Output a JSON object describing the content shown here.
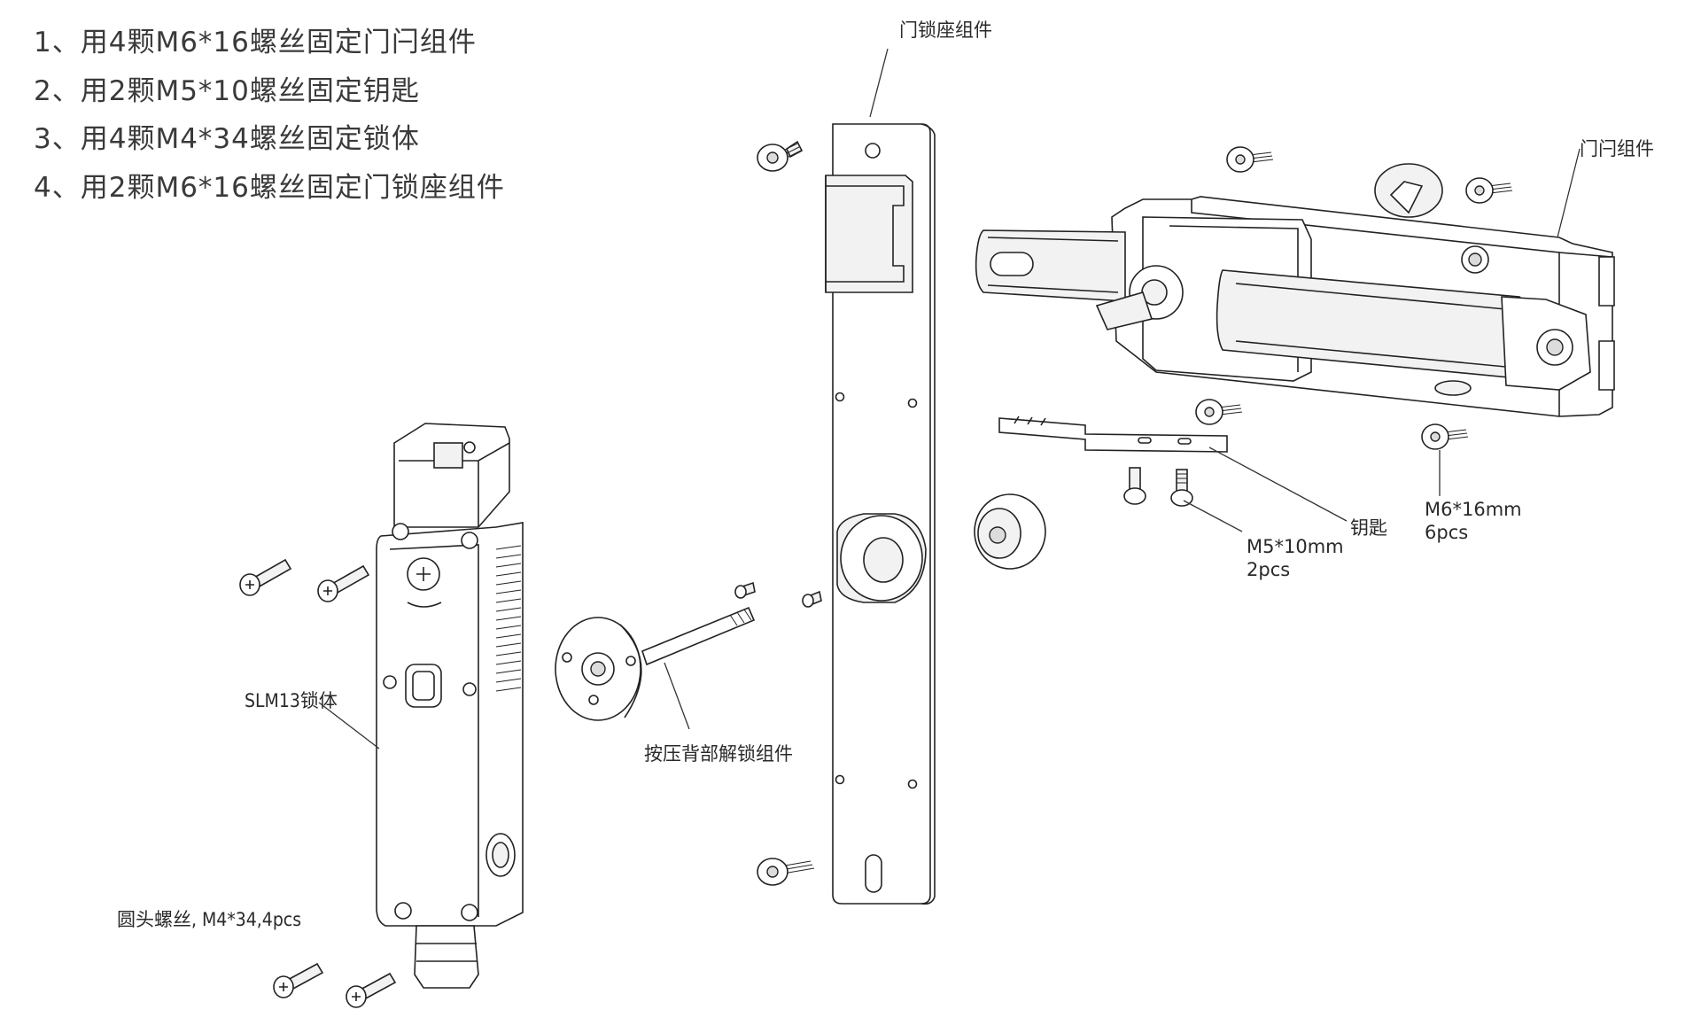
{
  "instructions": [
    "1、用4颗M6*16螺丝固定门闩组件",
    "2、用2颗M5*10螺丝固定钥匙",
    "3、用4颗M4*34螺丝固定锁体",
    "4、用2颗M6*16螺丝固定门锁座组件"
  ],
  "labels": {
    "door_lock_seat": "门锁座组件",
    "door_latch": "门闩组件",
    "key": "钥匙",
    "m5_size": "M5*10mm",
    "m5_qty": "2pcs",
    "m6_size": "M6*16mm",
    "m6_qty": "6pcs",
    "lock_body": "SLM13锁体",
    "rear_release": "按压背部解锁组件",
    "round_screws": "圆头螺丝, M4*34,4pcs"
  }
}
